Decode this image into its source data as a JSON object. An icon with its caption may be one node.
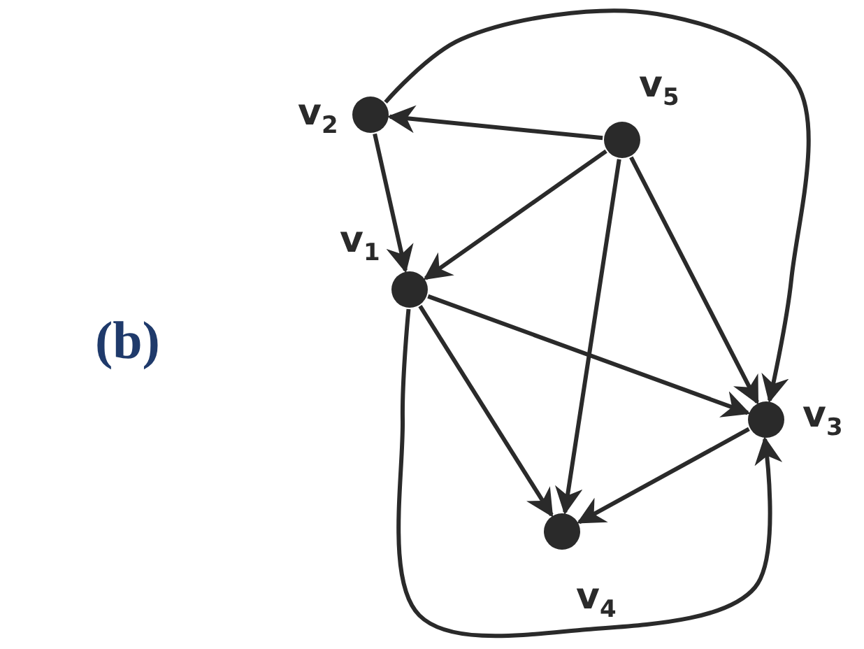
{
  "diagram": {
    "nodes": [
      {
        "text": [],
        "shape": "circle",
        "beside": [
          "v$_{2}$"
        ]
      },
      {
        "text": [],
        "shape": "circle",
        "beside": [
          "v$_{5}$"
        ]
      },
      {
        "text": [],
        "shape": "circle",
        "beside": [
          "v$_{1}$"
        ]
      },
      {
        "text": [],
        "shape": "circle",
        "beside": [
          "v$_{3}$"
        ]
      },
      {
        "text": [],
        "shape": "circle",
        "beside": [
          "v$_{4}$"
        ]
      }
    ],
    "edges": [
      {
        "from": 1,
        "to": 0,
        "arrow": "to"
      },
      {
        "from": 1,
        "to": 2,
        "arrow": "to"
      },
      {
        "from": 1,
        "to": 4,
        "arrow": "to"
      },
      {
        "from": 1,
        "to": 3,
        "arrow": "to"
      },
      {
        "from": 0,
        "to": 2,
        "arrow": "to"
      },
      {
        "from": 0,
        "to": 3,
        "arrow": "to"
      },
      {
        "from": 2,
        "to": 3,
        "arrow": "to"
      },
      {
        "from": 2,
        "to": 4,
        "arrow": "to"
      },
      {
        "from": 3,
        "to": 4,
        "arrow": "to"
      },
      {
        "from": 2,
        "to": 3,
        "arrow": "to"
      }
    ],
    "labels": [
      "(b)"
    ]
  }
}
